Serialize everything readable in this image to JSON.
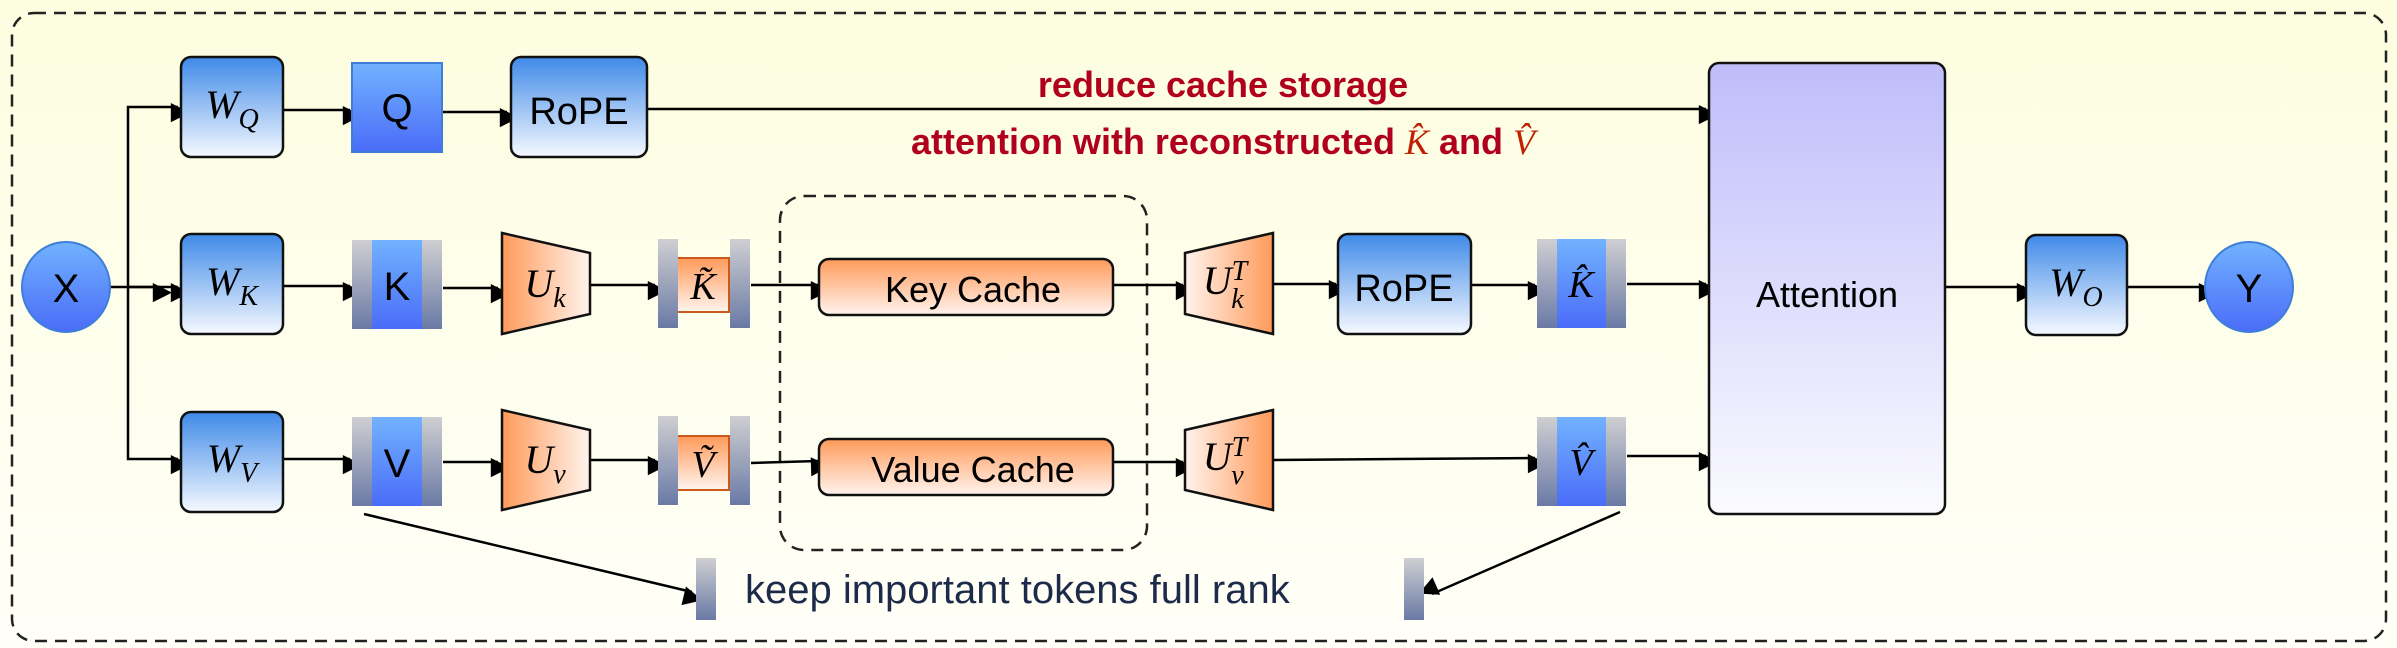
{
  "nodes": {
    "input": "X",
    "output": "Y",
    "wq": {
      "base": "W",
      "sub": "Q"
    },
    "wk": {
      "base": "W",
      "sub": "K"
    },
    "wv": {
      "base": "W",
      "sub": "V"
    },
    "wo": {
      "base": "W",
      "sub": "O"
    },
    "q": "Q",
    "k": "K",
    "v": "V",
    "rope_top": "RoPE",
    "rope_mid": "RoPE",
    "uk": {
      "base": "U",
      "sub": "k"
    },
    "uv": {
      "base": "U",
      "sub": "v"
    },
    "ukt": {
      "base": "U",
      "sub": "k",
      "sup": "T"
    },
    "uvt": {
      "base": "U",
      "sub": "v",
      "sup": "T"
    },
    "k_tilde": "K̃",
    "v_tilde": "Ṽ",
    "k_hat": "K̂",
    "v_hat": "V̂",
    "key_cache": "Key Cache",
    "value_cache": "Value Cache",
    "attention": "Attention"
  },
  "annotations": {
    "line1": "reduce cache storage",
    "line2_prefix": "attention with reconstructed ",
    "line2_k": "K̂",
    "line2_mid": " and ",
    "line2_v": "V̂",
    "keep_tokens": "keep important tokens full rank"
  },
  "colors": {
    "background": "#fdfde6",
    "annotation_red": "#b0001e",
    "blue_accent": "#4a7cf7",
    "orange_accent": "#ff9a5a",
    "attention_fill": "#c0bff9"
  }
}
